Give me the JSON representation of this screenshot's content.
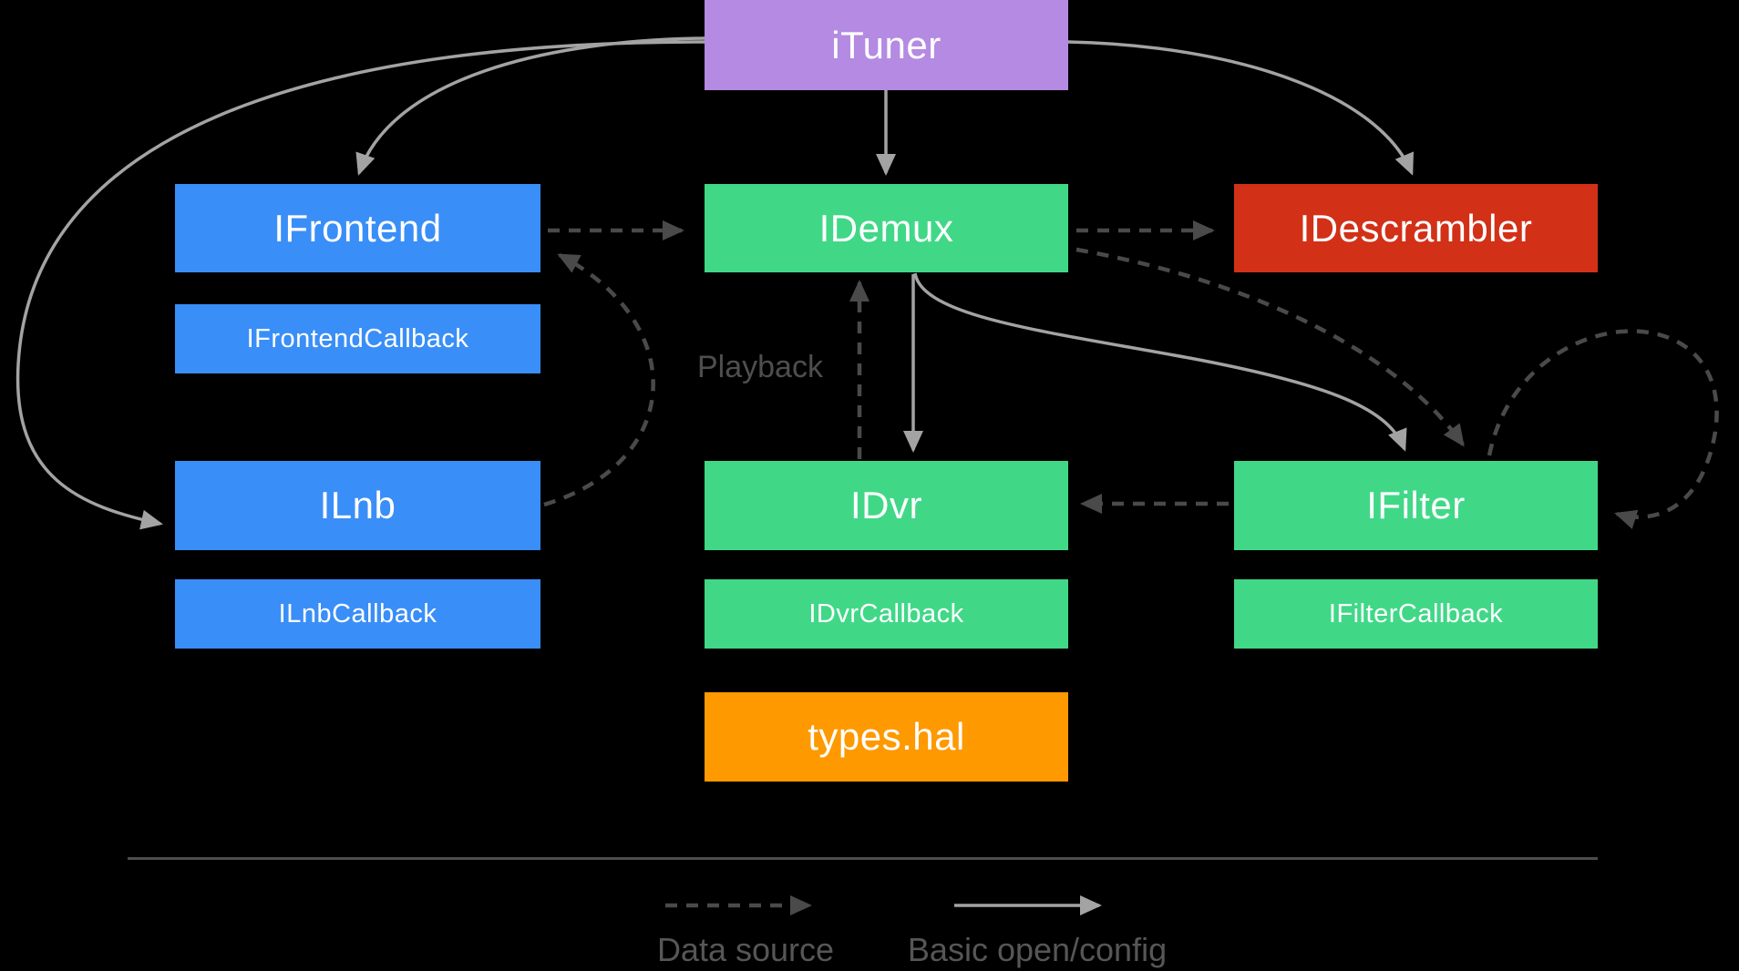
{
  "diagram": {
    "title_context": "Tuner HAL interfaces diagram",
    "nodes": {
      "ituner": {
        "label": "iTuner",
        "color": "#b48ae2"
      },
      "ifrontend": {
        "label": "IFrontend",
        "color": "#3a8ef7"
      },
      "ifrontend_callback": {
        "label": "IFrontendCallback",
        "color": "#3a8ef7"
      },
      "ilnb": {
        "label": "ILnb",
        "color": "#3a8ef7"
      },
      "ilnb_callback": {
        "label": "ILnbCallback",
        "color": "#3a8ef7"
      },
      "idemux": {
        "label": "IDemux",
        "color": "#40d887"
      },
      "idvr": {
        "label": "IDvr",
        "color": "#40d887"
      },
      "idvr_callback": {
        "label": "IDvrCallback",
        "color": "#40d887"
      },
      "ifilter": {
        "label": "IFilter",
        "color": "#40d887"
      },
      "ifilter_callback": {
        "label": "IFilterCallback",
        "color": "#40d887"
      },
      "idescrambler": {
        "label": "IDescrambler",
        "color": "#d23017"
      },
      "types_hal": {
        "label": "types.hal",
        "color": "#fe9900"
      }
    },
    "annotations": {
      "playback": "Playback"
    },
    "legend": {
      "data_source": "Data source",
      "basic_open_config": "Basic open/config"
    },
    "edges": {
      "solid_meaning": "Basic open/config",
      "dashed_meaning": "Data source",
      "solid": [
        "iTuner -> IFrontend",
        "iTuner -> IDemux",
        "iTuner -> IDescrambler",
        "iTuner -> ILnb",
        "IDemux -> IDvr",
        "IDemux -> IFilter"
      ],
      "dashed": [
        "IFrontend -> IDemux",
        "IDemux -> IDescrambler",
        "IDvr -> IDemux (Playback)",
        "ILnb -> IFrontend",
        "IDemux -> IFilter",
        "IFilter -> IFilter (loop)",
        "IFilter -> IDvr"
      ]
    },
    "colors": {
      "background": "#000000",
      "solid_arrow": "#a3a3a3",
      "dashed_arrow": "#4a4a4a",
      "node_text": "#ffffff",
      "annotation_text": "#4e4e4e",
      "legend_text": "#565656",
      "divider": "#4d4d4d"
    }
  }
}
